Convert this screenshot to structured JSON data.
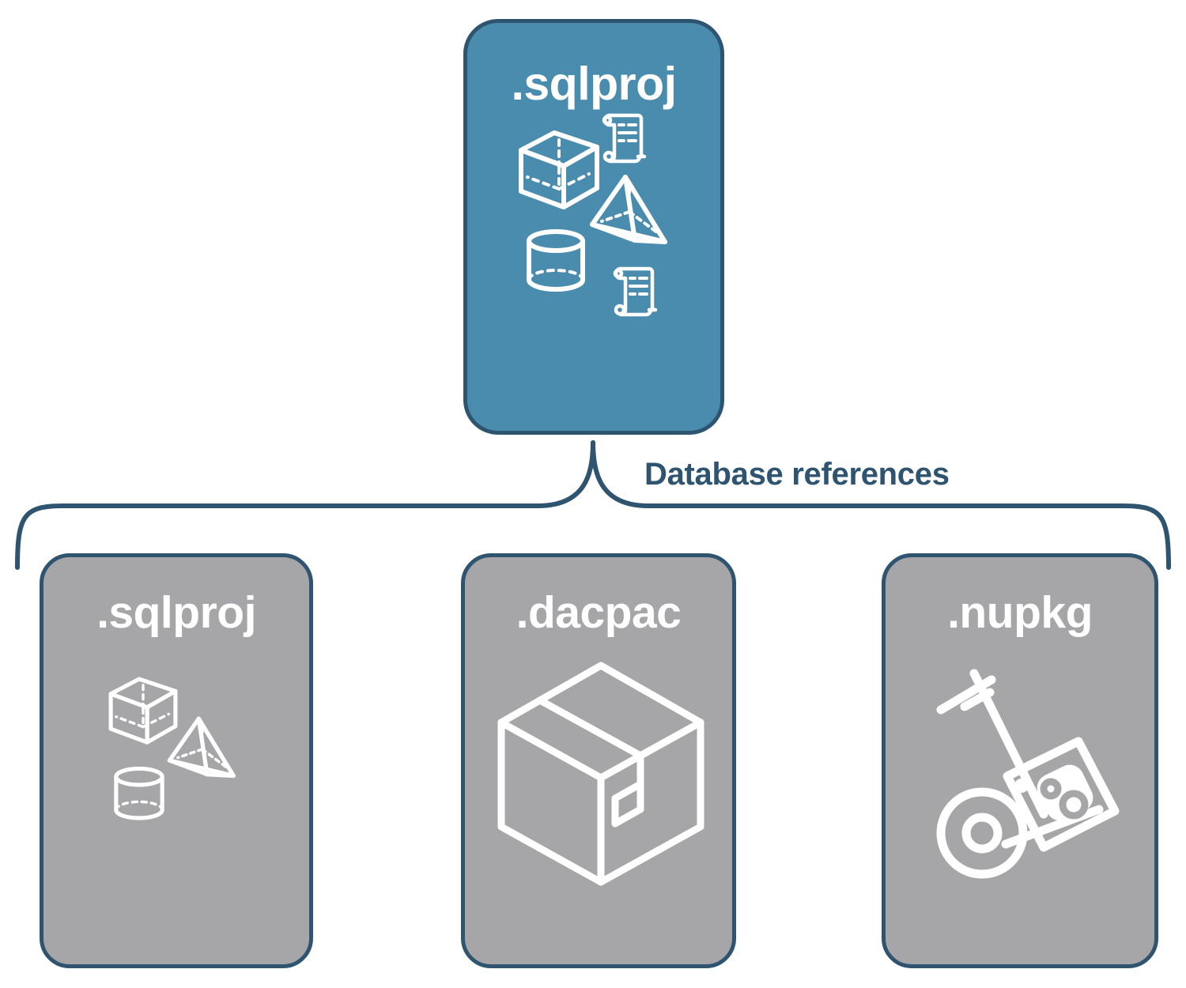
{
  "diagram": {
    "title_hidden": "",
    "connector": {
      "label": "Database references",
      "style": "curly-brace",
      "color": "#2e5470"
    },
    "colors": {
      "root_card_fill": "#4a8cad",
      "leaf_card_fill": "#a6a6a8",
      "card_border": "#2e5470",
      "icon_stroke": "#ffffff",
      "label_text": "#2e5470",
      "title_text": "#ffffff",
      "background": "#ffffff"
    },
    "root": {
      "label": ".sqlproj",
      "icons": [
        "cube-wireframe-icon",
        "scroll-icon",
        "pyramid-wireframe-icon",
        "cylinder-wireframe-icon",
        "scroll-icon"
      ]
    },
    "children": [
      {
        "label": ".sqlproj",
        "icons": [
          "cube-wireframe-icon",
          "pyramid-wireframe-icon",
          "cylinder-wireframe-icon"
        ]
      },
      {
        "label": ".dacpac",
        "icons": [
          "shipping-box-icon"
        ]
      },
      {
        "label": ".nupkg",
        "icons": [
          "hand-truck-package-icon"
        ]
      }
    ]
  }
}
